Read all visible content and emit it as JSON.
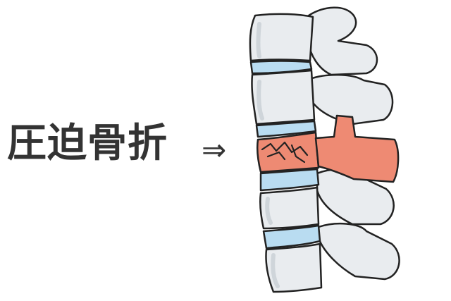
{
  "label": "圧迫骨折",
  "arrow": "⇒",
  "colors": {
    "bone": "#e9ecef",
    "bone_stroke": "#222222",
    "disc": "#b9dcf1",
    "fracture": "#ee8a73",
    "text": "#333333"
  },
  "icons": {
    "spine": "spine-illustration",
    "crack": "crack-lines"
  }
}
